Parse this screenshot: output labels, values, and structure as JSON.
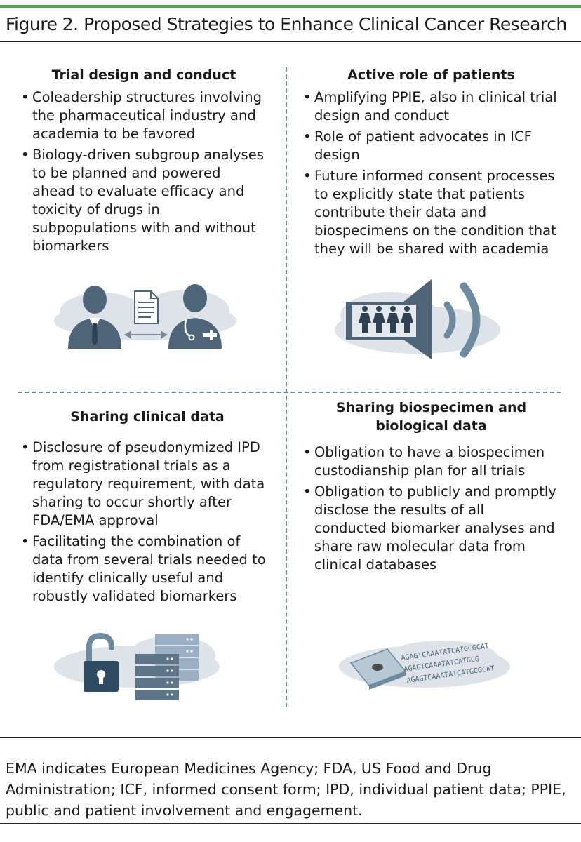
{
  "figure": {
    "title": "Figure 2. Proposed Strategies to Enhance Clinical Cancer Research"
  },
  "colors": {
    "accent_bar": "#5aa05a",
    "divider": "#6d8aa0",
    "icon_dark": "#4e6479",
    "icon_light": "#e2e8ee",
    "cloud": "#dde3e8"
  },
  "quadrants": {
    "trial_design": {
      "heading": "Trial design and conduct",
      "items": [
        "Coleadership structures involving the pharmaceutical industry and academia to be favored",
        "Biology-driven subgroup analyses to be planned and powered ahead to evaluate efficacy and toxicity of drugs in subpopulations with and without biomarkers"
      ],
      "illustration": [
        "business-person-icon",
        "document-icon",
        "double-arrow-icon",
        "doctor-icon"
      ]
    },
    "patients": {
      "heading": "Active role of patients",
      "items": [
        "Amplifying PPIE, also in clinical trial design and conduct",
        "Role of patient advocates in ICF design",
        "Future informed consent processes to explicitly state that patients contribute their data and biospecimens on the condition that they will be shared with academia"
      ],
      "illustration": [
        "megaphone-icon",
        "people-group-icon",
        "sound-waves-icon"
      ]
    },
    "clinical_data": {
      "heading": "Sharing clinical data",
      "items": [
        "Disclosure of pseudonymized IPD from registrational trials as a regulatory requirement, with data sharing to occur shortly after FDA/EMA approval",
        "Facilitating the combination of data from several trials needed to identify clinically useful and robustly validated biomarkers"
      ],
      "illustration": [
        "unlocked-padlock-icon",
        "server-stack-icon"
      ]
    },
    "biospecimen": {
      "heading_line1": "Sharing biospecimen and",
      "heading_line2": "biological data",
      "items": [
        "Obligation to have a biospecimen custodianship plan for all trials",
        "Obligation to publicly and promptly disclose the results of all conducted biomarker analyses and share raw molecular data from clinical databases"
      ],
      "illustration": [
        "biospecimen-slide-icon",
        "dna-sequence-text"
      ],
      "sequence_lines": [
        "AGAGTCAAATATCATGCGCAT",
        "AGAGTCAAATATCATGCG",
        "AGAGTCAAATATCATGCGCAT"
      ]
    }
  },
  "footnote": "EMA indicates European Medicines Agency; FDA, US Food and Drug Administration; ICF, informed consent form; IPD, individual patient data; PPIE, public and patient involvement and engagement."
}
